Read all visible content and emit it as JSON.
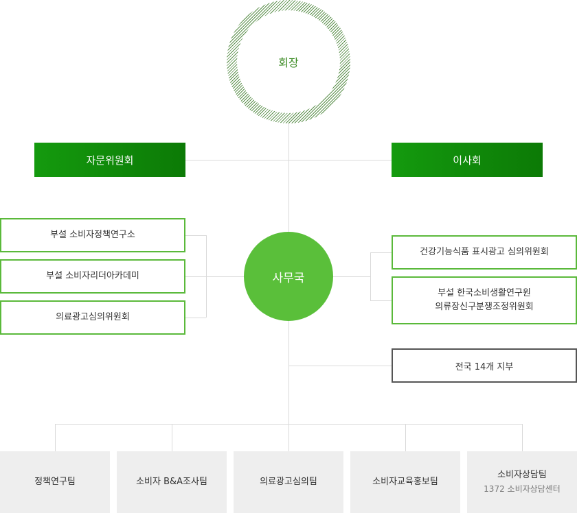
{
  "chairman": "회장",
  "advisory_committee": "자문위원회",
  "board": "이사회",
  "secretariat": "사무국",
  "left_units": [
    "부설 소비자정책연구소",
    "부설 소비자리더아카데미",
    "의료광고심의위원회"
  ],
  "right_units": [
    {
      "line1": "건강기능식품 표시광고 심의위원회",
      "line2": ""
    },
    {
      "line1": "부설 한국소비생활연구원",
      "line2": "의류장신구분쟁조정위원회"
    }
  ],
  "branches": "전국 14개 지부",
  "teams": [
    {
      "name": "정책연구팀",
      "sub": ""
    },
    {
      "name": "소비자 B&A조사팀",
      "sub": ""
    },
    {
      "name": "의료광고심의팀",
      "sub": ""
    },
    {
      "name": "소비자교육홍보팀",
      "sub": ""
    },
    {
      "name": "소비자상담팀",
      "sub": "1372 소비자상담센터"
    }
  ],
  "colors": {
    "primary_green": "#149a0e",
    "light_green": "#5abf3a",
    "border_green": "#5ab93a",
    "team_bg": "#eeeeee"
  }
}
